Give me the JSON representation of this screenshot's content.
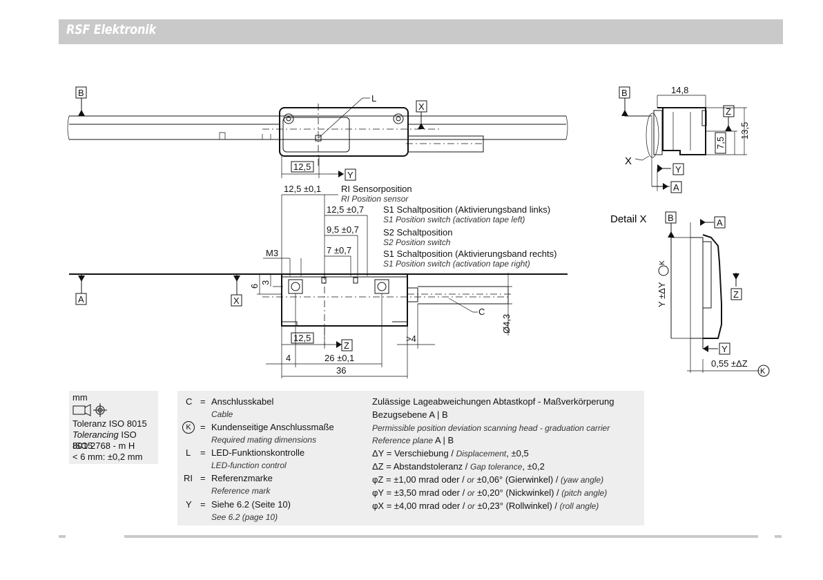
{
  "header": {
    "brand": "RSF Elektronik"
  },
  "top_view": {
    "ref_b": "B",
    "ref_x": "X",
    "ref_y": "Y",
    "label_l": "L",
    "dim_12_5": "12,5"
  },
  "side_view": {
    "ref_b": "B",
    "ref_z": "Z",
    "ref_y": "Y",
    "ref_a": "A",
    "label_x": "X",
    "dim_width": "14,8",
    "dim_height": "13,5",
    "dim_inner": "7,5"
  },
  "detail": {
    "title": "Detail X",
    "ref_b": "B",
    "ref_a": "A",
    "ref_z": "Z",
    "ref_y": "Y",
    "dim_y": "Y ±ΔY",
    "dim_gap": "0,55 ±ΔZ",
    "k": "K"
  },
  "positions": [
    {
      "dim": "12,5 ±0,1",
      "label": "RI Sensorposition",
      "sub": "RI Position sensor"
    },
    {
      "dim": "12,5 ±0,7",
      "label": "S1 Schaltposition (Aktivierungsband links)",
      "sub": "S1 Position switch (activation tape left)"
    },
    {
      "dim": "9,5 ±0,7",
      "label": "S2 Schaltposition",
      "sub": "S2 Position switch"
    },
    {
      "dim": "7 ±0,7",
      "label": "S1 Schaltposition (Aktivierungsband rechts)",
      "sub": "S1 Position switch (activation tape right)"
    }
  ],
  "front_view": {
    "m3": "M3",
    "ref_a": "A",
    "ref_x": "X",
    "ref_z": "Z",
    "label_c": "C",
    "dim_6": "6",
    "dim_3": "3",
    "dim_12_5": "12,5",
    "dim_4": "4",
    "dim_26": "26 ±0,1",
    "dim_36": "36",
    "dim_gt4": ">4",
    "dim_dia": "Ø4,3"
  },
  "tolerance_box": {
    "unit": "mm",
    "line1": "Toleranz ISO 8015",
    "line2a": "Tolerancing",
    "line2b": " ISO 8015",
    "line3": "ISO 2768 - m H",
    "line4": "< 6 mm: ±0,2 mm"
  },
  "legend": [
    {
      "key": "C",
      "text": "Anschlusskabel",
      "sub": "Cable"
    },
    {
      "key": "K",
      "text": "Kundenseitige Anschlussmaße",
      "sub": "Required mating dimensions"
    },
    {
      "key": "L",
      "text": "LED-Funktionskontrolle",
      "sub": "LED-function control"
    },
    {
      "key": "RI",
      "text": "Referenzmarke",
      "sub": "Reference mark"
    },
    {
      "key": "Y",
      "text": "Siehe 6.2 (Seite 10)",
      "sub": "See 6.2 (page 10)"
    }
  ],
  "deviation": {
    "title": "Zulässige Lageabweichungen Abtastkopf - Maßverkörperung",
    "ref_plane": "Bezugsebene A | B",
    "title_en": "Permissible position deviation scanning head - graduation carrier",
    "ref_plane_en": "Reference plane",
    "ref_plane_en_val": " A | B",
    "rows": [
      {
        "sym": "ΔY",
        "a": " = Verschiebung / ",
        "b": "Displacement",
        "c": ", ±0,5"
      },
      {
        "sym": "ΔZ",
        "a": " =  Abstandstoleranz / ",
        "b": "Gap tolerance",
        "c": ", ±0,2"
      },
      {
        "sym": "φZ",
        "a": " =   ±1,00 mrad oder / ",
        "b": "or",
        "c": " ±0,06° (Gierwinkel) / ",
        "d": "(yaw angle)"
      },
      {
        "sym": "φY",
        "a": " =   ±3,50 mrad oder / ",
        "b": "or",
        "c": " ±0,20° (Nickwinkel) / ",
        "d": "(pitch angle)"
      },
      {
        "sym": "φX",
        "a": " =   ±4,00 mrad oder / ",
        "b": "or",
        "c": " ±0,23° (Rollwinkel) / ",
        "d": "(roll angle)"
      }
    ]
  }
}
